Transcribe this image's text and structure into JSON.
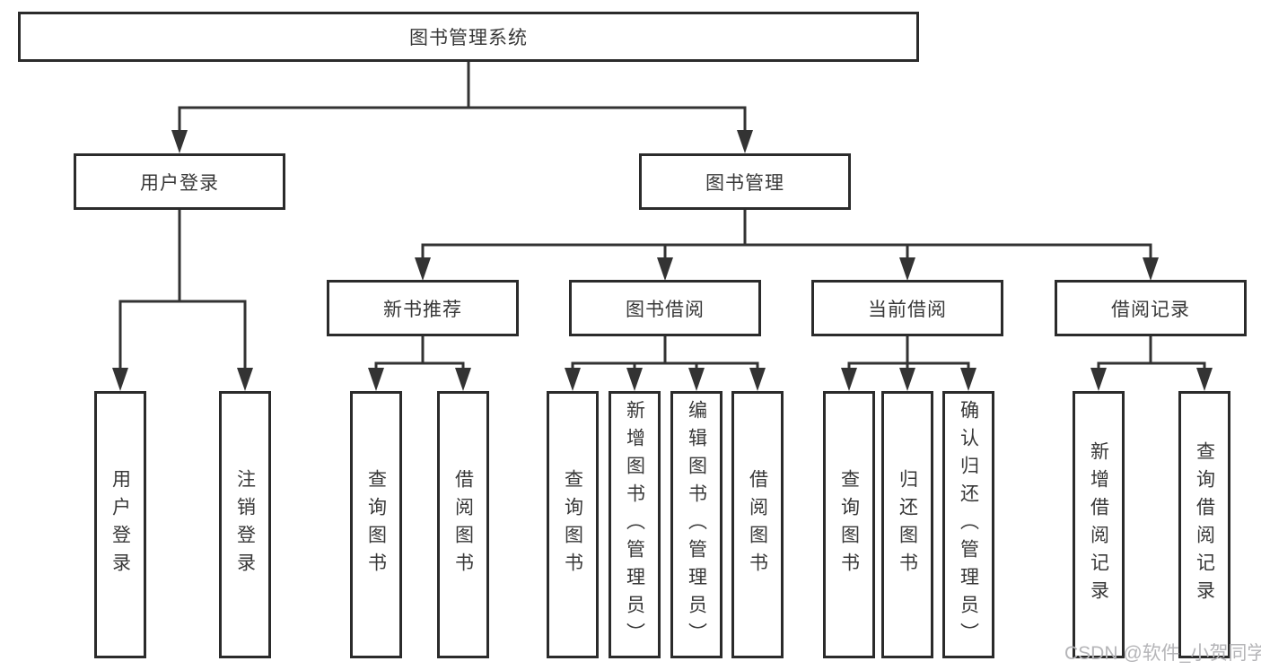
{
  "diagram": {
    "title": "图书管理系统",
    "tree": {
      "root": {
        "label": "图书管理系统"
      },
      "children": [
        {
          "label": "用户登录",
          "children": [
            {
              "label": "用户登录"
            },
            {
              "label": "注销登录"
            }
          ]
        },
        {
          "label": "图书管理",
          "children": [
            {
              "label": "新书推荐",
              "children": [
                {
                  "label": "查询图书"
                },
                {
                  "label": "借阅图书"
                }
              ]
            },
            {
              "label": "图书借阅",
              "children": [
                {
                  "label": "查询图书"
                },
                {
                  "label": "新增图书（管理员）"
                },
                {
                  "label": "编辑图书（管理员）"
                },
                {
                  "label": "借阅图书"
                }
              ]
            },
            {
              "label": "当前借阅",
              "children": [
                {
                  "label": "查询图书"
                },
                {
                  "label": "归还图书"
                },
                {
                  "label": "确认归还（管理员）"
                }
              ]
            },
            {
              "label": "借阅记录",
              "children": [
                {
                  "label": "新增借阅记录"
                },
                {
                  "label": "查询借阅记录"
                }
              ]
            }
          ]
        }
      ]
    },
    "colors": {
      "line": "#333333",
      "box_border": "#2b2b2b",
      "text": "#383838",
      "background": "#ffffff",
      "watermark": "#b5b5b8"
    }
  },
  "watermark": "CSDN @软件_小贺同学"
}
